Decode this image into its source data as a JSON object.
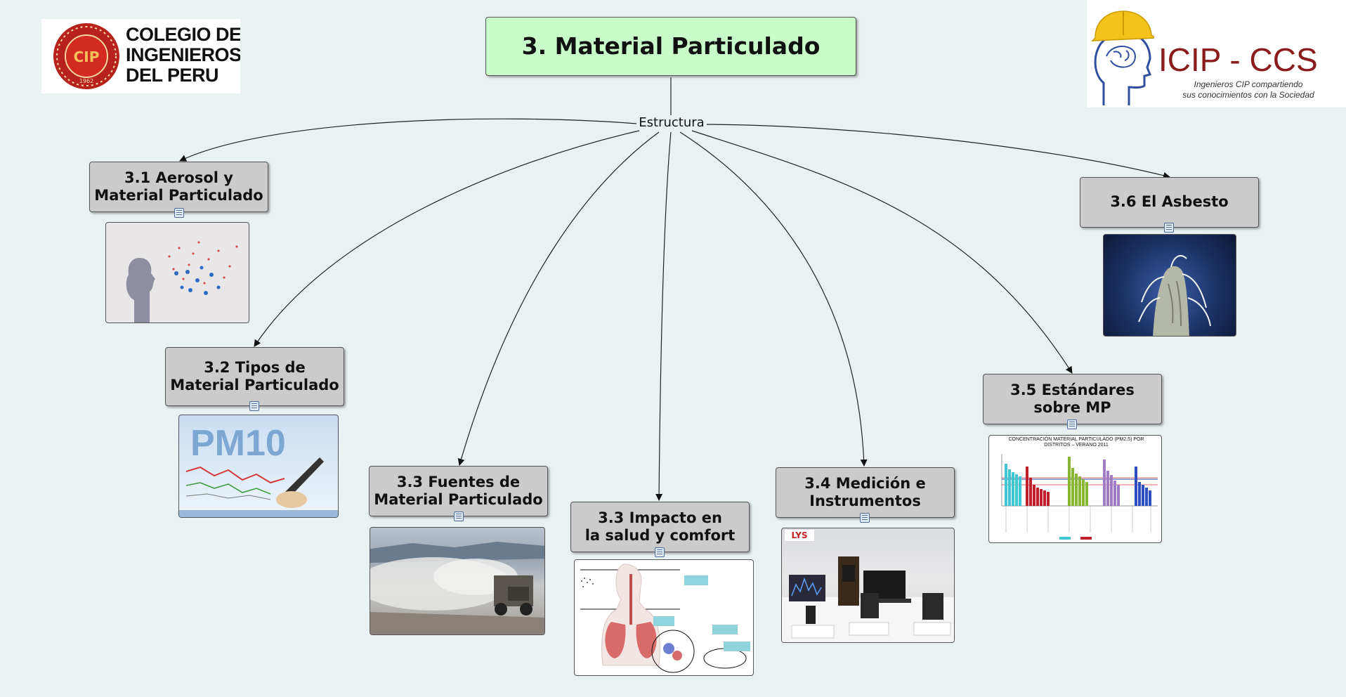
{
  "map": {
    "title": "3. Material Particulado",
    "link_label": "Estructura",
    "nodes": [
      {
        "label": "3.1 Aerosol y\nMaterial Particulado"
      },
      {
        "label": "3.2 Tipos de\nMaterial Particulado"
      },
      {
        "label": "3.3 Fuentes de\nMaterial Particulado"
      },
      {
        "label": "3.3 Impacto en\nla salud y comfort"
      },
      {
        "label": "3.4 Medición e\nInstrumentos"
      },
      {
        "label": "3.5 Estándares\nsobre MP"
      },
      {
        "label": "3.6 El Asbesto"
      }
    ]
  },
  "logos": {
    "cip": {
      "text": "COLEGIO DE\nINGENIEROS\nDEL PERU",
      "seal_text": "CIP",
      "year": "1962"
    },
    "icip": {
      "text": "ICIP - CCS",
      "tagline": "Ingenieros CIP compartiendo\nsus conocimientos con la Sociedad"
    }
  },
  "images": {
    "pm_chart_title": "PM10",
    "lys_brand": "LYS",
    "asbestos_standards_title": "CONCENTRACIÓN MATERIAL PARTICULADO (PM2.5) POR DISTRITOS – VERANO 2011"
  },
  "colors": {
    "main_node": "#c8fcc8",
    "sub_node": "#cbcbcb",
    "background": "#e9f1f3"
  }
}
